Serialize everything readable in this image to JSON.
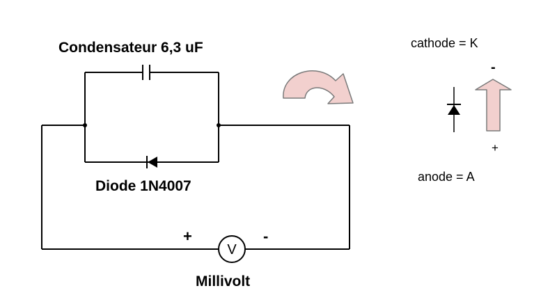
{
  "labels": {
    "capacitor": "Condensateur 6,3 uF",
    "diode": "Diode 1N4007",
    "meter": "Millivolt",
    "meter_symbol": "V",
    "meter_plus": "+",
    "meter_minus": "-",
    "cathode": "cathode = K",
    "anode": "anode = A",
    "arrow_minus": "-",
    "arrow_plus": "+"
  },
  "colors": {
    "wire": "#000000",
    "arrow_fill": "#f2d0ce",
    "arrow_stroke": "#7a7a7a"
  },
  "icons": {
    "rotation": "curved-rotate-arrow-icon",
    "direction": "up-arrow-icon"
  }
}
